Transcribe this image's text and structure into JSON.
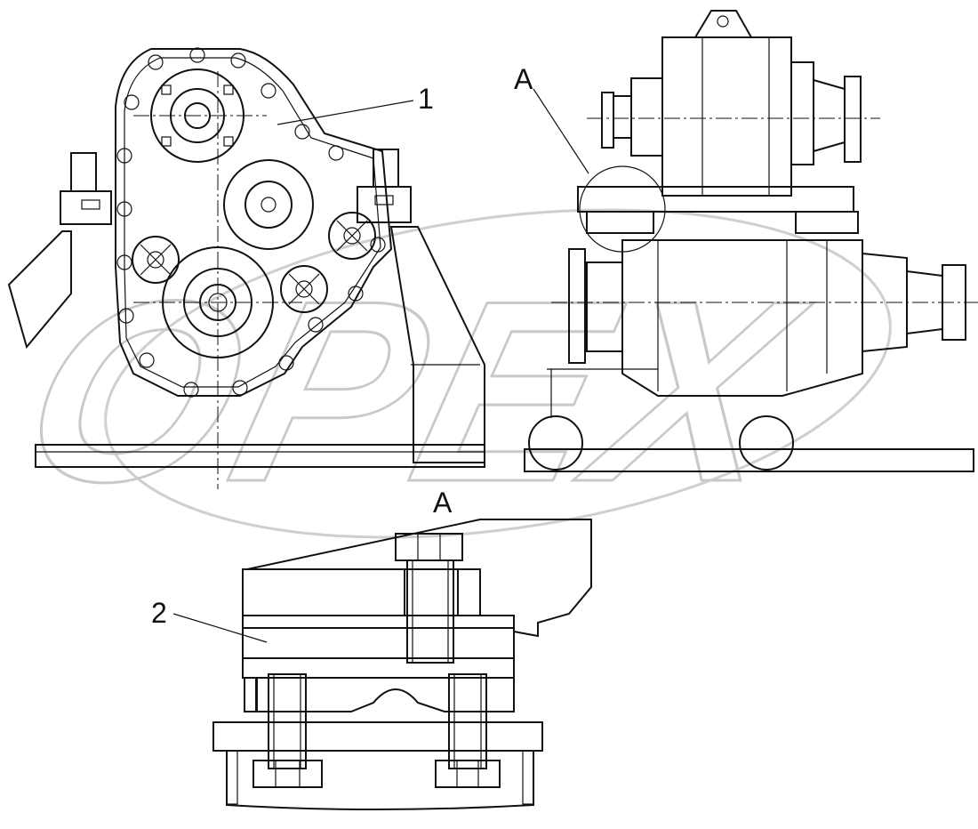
{
  "callouts": {
    "part_1": "1",
    "part_2": "2",
    "view_a_marker": "A",
    "detail_a_title": "A"
  },
  "watermark": "OPEX"
}
